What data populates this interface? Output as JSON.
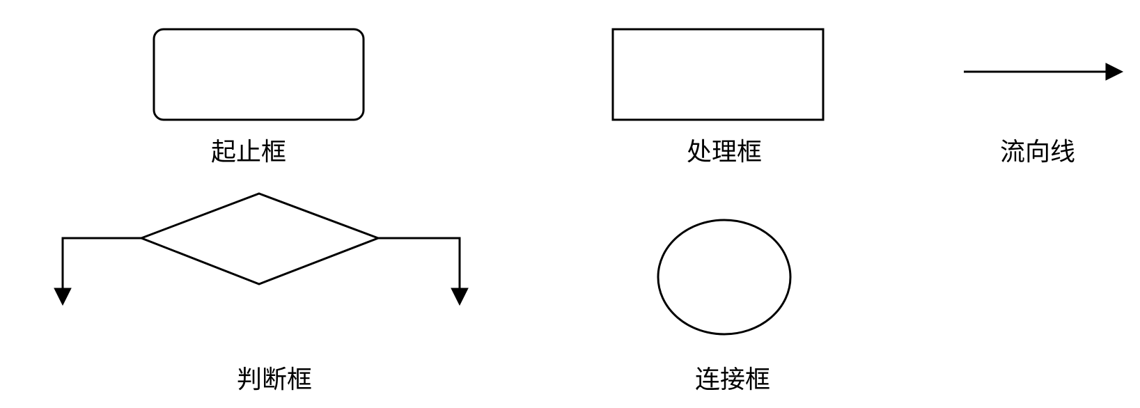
{
  "diagram": {
    "title": "",
    "symbols": {
      "terminal": {
        "label": "起止框",
        "shape": "rounded-rectangle"
      },
      "process": {
        "label": "处理框",
        "shape": "rectangle"
      },
      "flowline": {
        "label": "流向线",
        "shape": "arrow"
      },
      "decision": {
        "label": "判断框",
        "shape": "diamond"
      },
      "connector": {
        "label": "连接框",
        "shape": "ellipse"
      }
    },
    "colors": {
      "stroke": "#000000",
      "background": "#ffffff"
    }
  }
}
